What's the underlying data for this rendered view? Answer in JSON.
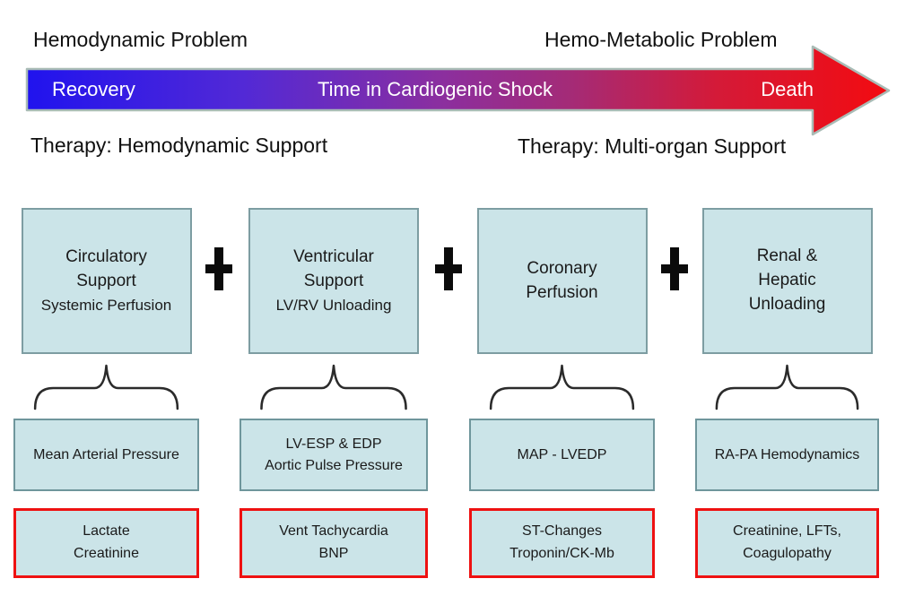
{
  "title_row": {
    "left": "Hemodynamic Problem",
    "right": "Hemo-Metabolic Problem"
  },
  "timeline_arrow": {
    "start_label": "Recovery",
    "center_label": "Time in Cardiogenic Shock",
    "end_label": "Death"
  },
  "therapy_row": {
    "left": "Therapy: Hemodynamic Support",
    "right": "Therapy: Multi-organ Support"
  },
  "icons": {
    "between_columns": "plus-icon",
    "timeline_shape": "right-arrow-icon",
    "connector": "curly-brace-icon"
  },
  "colors": {
    "box_fill": "#cbe4e8",
    "box_border": "#7d9da2",
    "alert_border": "#ee1111",
    "text": "#1a1a1a",
    "arrow_outline": "#a9bcb6",
    "timeline_gradient": {
      "start": "#2013ee",
      "blue_violet": "#5229d6",
      "purple": "#8b2f9f",
      "magenta": "#a42b77",
      "red": "#d41a38",
      "end": "#f30b10"
    }
  },
  "columns": [
    {
      "support_lines": [
        "Circulatory",
        "Support"
      ],
      "support_sub": "Systemic Perfusion",
      "monitor_lines": [
        "Mean Arterial Pressure"
      ],
      "lab_lines": [
        "Lactate",
        "Creatinine"
      ]
    },
    {
      "support_lines": [
        "Ventricular",
        "Support"
      ],
      "support_sub": "LV/RV Unloading",
      "monitor_lines": [
        "LV-ESP & EDP",
        "Aortic Pulse Pressure"
      ],
      "lab_lines": [
        "Vent Tachycardia",
        "BNP"
      ]
    },
    {
      "support_lines": [
        "Coronary",
        "Perfusion"
      ],
      "monitor_lines": [
        "MAP - LVEDP"
      ],
      "lab_lines": [
        "ST-Changes",
        "Troponin/CK-Mb"
      ]
    },
    {
      "support_lines": [
        "Renal &",
        "Hepatic",
        "Unloading"
      ],
      "monitor_lines": [
        "RA-PA Hemodynamics"
      ],
      "lab_lines": [
        "Creatinine, LFTs,",
        "Coagulopathy"
      ]
    }
  ]
}
